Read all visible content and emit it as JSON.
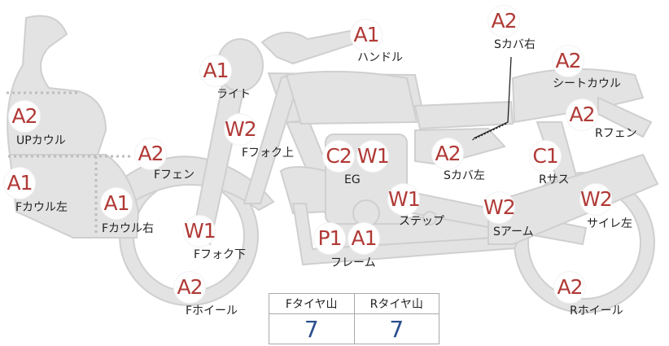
{
  "colors": {
    "part_fill": "#e3e3e3",
    "part_stroke": "#cfcfcf",
    "grade_text": "#b03a37",
    "value_text": "#2b4f8f"
  },
  "parts": [
    {
      "id": "handle",
      "grade": "A1",
      "label": "ハンドル"
    },
    {
      "id": "s-cover-right",
      "grade": "A2",
      "label": "Sカバ右"
    },
    {
      "id": "light",
      "grade": "A1",
      "label": "ライト"
    },
    {
      "id": "seat-cowl",
      "grade": "A2",
      "label": "シートカウル"
    },
    {
      "id": "up-cowl",
      "grade": "A2",
      "label": "UPカウル"
    },
    {
      "id": "f-fork-upper",
      "grade": "W2",
      "label": "Fフォク上"
    },
    {
      "id": "r-fender",
      "grade": "A2",
      "label": "Rフェン"
    },
    {
      "id": "f-fender",
      "grade": "A2",
      "label": "Fフェン"
    },
    {
      "id": "engine",
      "grades": [
        "C2",
        "W1"
      ],
      "label": "EG"
    },
    {
      "id": "s-cover-left",
      "grade": "A2",
      "label": "Sカバ左"
    },
    {
      "id": "r-suspension",
      "grade": "C1",
      "label": "Rサス"
    },
    {
      "id": "f-cowl-left",
      "grade": "A1",
      "label": "Fカウル左"
    },
    {
      "id": "f-cowl-right",
      "grade": "A1",
      "label": "Fカウル右"
    },
    {
      "id": "step",
      "grade": "W1",
      "label": "ステップ"
    },
    {
      "id": "s-arm",
      "grade": "W2",
      "label": "Sアーム"
    },
    {
      "id": "silencer-left",
      "grade": "W2",
      "label": "サイレ左"
    },
    {
      "id": "f-fork-lower",
      "grade": "W1",
      "label": "Fフォク下"
    },
    {
      "id": "frame",
      "grades": [
        "P1",
        "A1"
      ],
      "label": "フレーム"
    },
    {
      "id": "f-wheel",
      "grade": "A2",
      "label": "Fホイール"
    },
    {
      "id": "r-wheel",
      "grade": "A2",
      "label": "Rホイール"
    }
  ],
  "tire_table": {
    "front_header": "Fタイヤ山",
    "rear_header": "Rタイヤ山",
    "front_value": "7",
    "rear_value": "7"
  }
}
